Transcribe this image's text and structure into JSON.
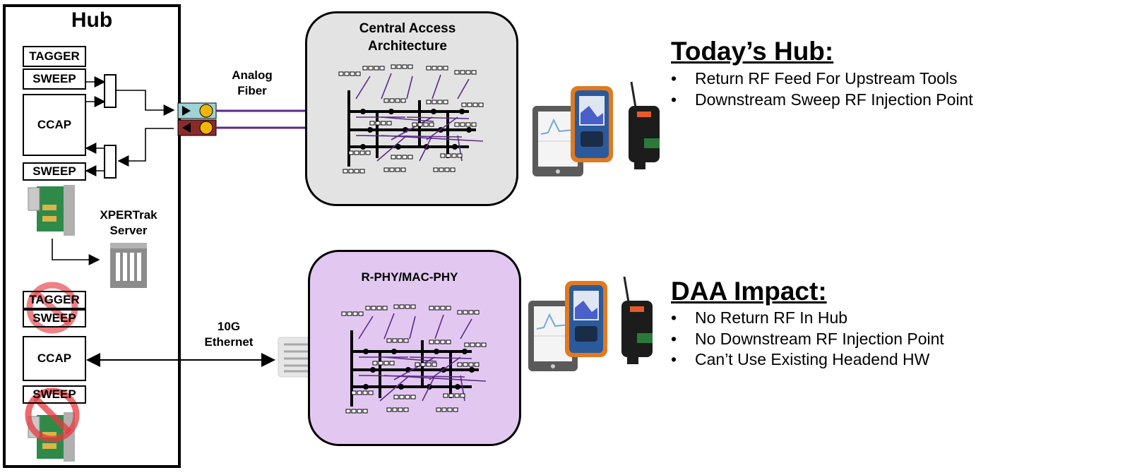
{
  "hub": {
    "title": "Hub",
    "top": {
      "tagger": "TAGGER",
      "sweep_upper": "SWEEP",
      "ccap": "CCAP",
      "sweep_lower": "SWEEP",
      "server_label": "XPERTrak Server"
    },
    "bottom": {
      "tagger": "TAGGER",
      "sweep_upper": "SWEEP",
      "ccap": "CCAP",
      "sweep_lower": "SWEEP"
    }
  },
  "links": {
    "analog_fiber": "Analog Fiber",
    "ethernet": "10G Ethernet"
  },
  "clouds": {
    "central": "Central Access Architecture",
    "rphy": "R-PHY/MAC-PHY"
  },
  "colors": {
    "fiber": "#5b2a86",
    "cloud_grey": "#e3e3e3",
    "cloud_purple": "#e2c8f0",
    "prohibit_red": "#e8383d",
    "node_teal": "#9fd3d6",
    "node_maroon": "#8b2a2a"
  },
  "todays_hub": {
    "heading": "Today’s Hub:",
    "bullets": [
      "Return RF Feed For Upstream Tools",
      "Downstream Sweep RF Injection Point"
    ]
  },
  "daa_impact": {
    "heading": "DAA Impact:",
    "bullets": [
      "No Return RF In Hub",
      "No Downstream RF Injection Point",
      "Can’t Use Existing Headend HW"
    ]
  },
  "bullet_glyph": "•"
}
